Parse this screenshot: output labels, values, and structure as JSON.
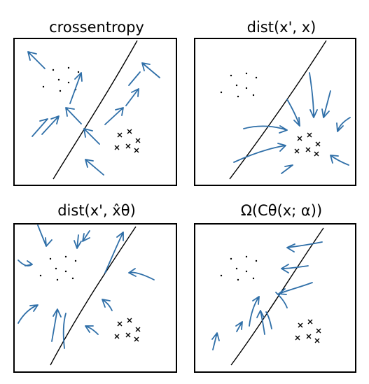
{
  "panels": [
    {
      "title": "crossentropy",
      "arrow_field": "left-side arrows pushing toward and across the boundary"
    },
    {
      "title": "dist(x', x)",
      "arrow_field": "arrows converging onto the x cluster"
    },
    {
      "title": "dist(x', x̂θ)",
      "arrow_field": "arrows pointing outward away from the dot cluster"
    },
    {
      "title": "Ω(Cθ(x; α))",
      "arrow_field": "arrows hugging the decision boundary"
    }
  ],
  "colors": {
    "arrow": "#2f6fa8",
    "ink": "#000000"
  },
  "markers": {
    "class_a": "·",
    "class_b": "×"
  }
}
